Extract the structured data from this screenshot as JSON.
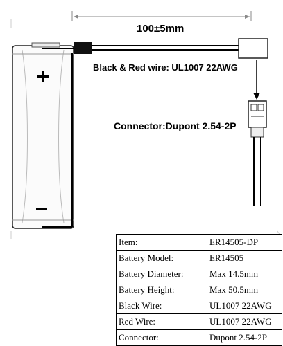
{
  "diagram": {
    "dimension_label": "100±5mm",
    "wire_label": "Black & Red wire: UL1007 22AWG",
    "connector_label": "Connector:Dupont 2.54-2P",
    "plus_sign": "+",
    "minus_sign": "—"
  },
  "spec_table": [
    {
      "key": "Item:",
      "value": "ER14505-DP"
    },
    {
      "key": "Battery Model:",
      "value": "ER14505"
    },
    {
      "key": "Battery Diameter:",
      "value": "Max 14.5mm"
    },
    {
      "key": "Battery Height:",
      "value": "Max 50.5mm"
    },
    {
      "key": "Black Wire:",
      "value": "UL1007 22AWG"
    },
    {
      "key": "Red Wire:",
      "value": "UL1007 22AWG"
    },
    {
      "key": "Connector:",
      "value": "Dupont 2.54-2P"
    }
  ]
}
